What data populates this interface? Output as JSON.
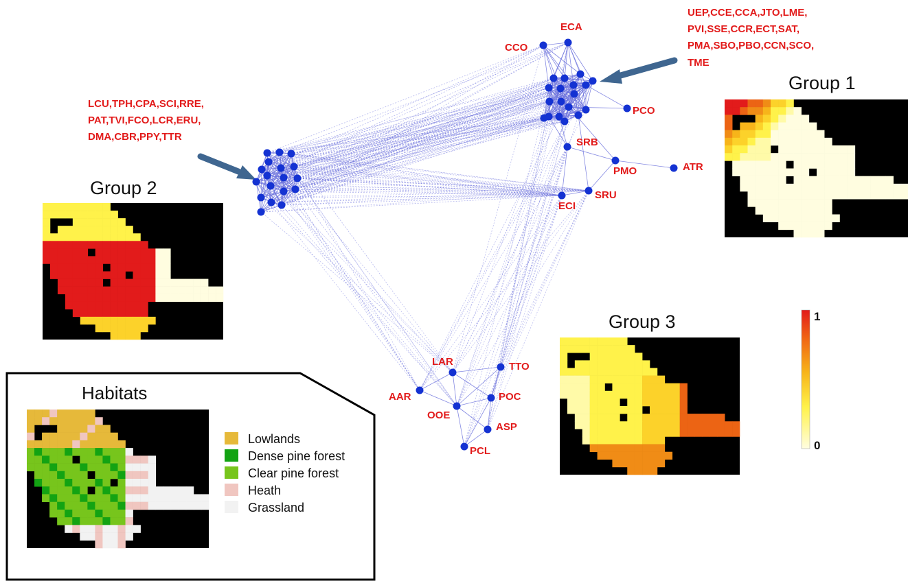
{
  "groups": {
    "g1": "Group 1",
    "g2": "Group 2",
    "g3": "Group 3"
  },
  "cluster_labels": {
    "c1": [
      "UEP,CCE,CCA,JTO,LME,",
      "PVI,SSE,CCR,ECT,SAT,",
      "PMA,SBO,PBO,CCN,SCO,",
      "TME"
    ],
    "c2": [
      "LCU,TPH,CPA,SCI,RRE,",
      "PAT,TVI,FCO,LCR,ERU,",
      "DMA,CBR,PPY,TTR"
    ]
  },
  "nodes": {
    "eca": "ECA",
    "cco": "CCO",
    "pco": "PCO",
    "srb": "SRB",
    "pmo": "PMO",
    "atr": "ATR",
    "sru": "SRU",
    "eci": "ECI",
    "lar": "LAR",
    "tto": "TTO",
    "aar": "AAR",
    "poc": "POC",
    "ooe": "OOE",
    "asp": "ASP",
    "pcl": "PCL"
  },
  "scale": {
    "max": "1",
    "min": "0"
  },
  "habitats": {
    "title": "Habitats",
    "items": [
      {
        "label": "Lowlands",
        "color": "#e6b93a"
      },
      {
        "label": "Dense pine forest",
        "color": "#13a313"
      },
      {
        "label": "Clear pine forest",
        "color": "#77c51c"
      },
      {
        "label": "Heath",
        "color": "#f0c6c0"
      },
      {
        "label": "Grassland",
        "color": "#f2f2f2"
      }
    ]
  },
  "colors": {
    "node": "#1432d2",
    "edge": "#6f74dd",
    "label": "#e21b1b",
    "arrow": "#3f6690",
    "map_background": "#000000"
  }
}
